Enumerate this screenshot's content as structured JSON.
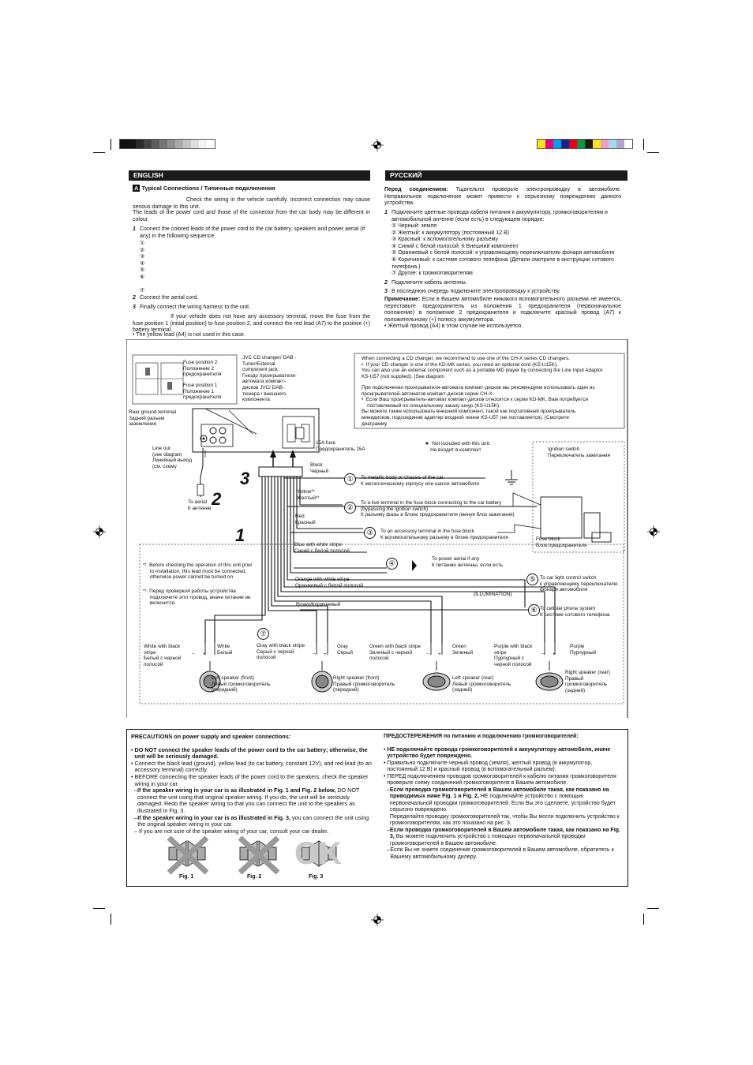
{
  "colorbar_left": [
    "#111111",
    "#111111",
    "#2a2a2a",
    "#444444",
    "#5c5c5c",
    "#767676",
    "#8f8f8f",
    "#a9a9a9",
    "#c3c3c3",
    "#dddddd",
    "#f4f4f4",
    "#ffffff"
  ],
  "colorbar_right": [
    "#f4e51a",
    "#e4007f",
    "#00a0e9",
    "#1d2088",
    "#e60012",
    "#009944",
    "#231815",
    "#f4e51a",
    "#f29ec2",
    "#9fd9f6",
    "#b5a4cf",
    "#ffffff"
  ],
  "english": {
    "header": "ENGLISH",
    "section_letter": "A",
    "section_title": "Typical Connections / Типичные подключения",
    "intro_1": "Check the wiring in the vehicle carefully. Incorrect connection may cause serious damage to this unit.",
    "intro_2": "The leads of the power cord and those of the connector from the car body may be different in colour.",
    "step1_num": "1",
    "step1": "Connect the colored leads of the power cord to the car battery, speakers and power aerial (if any) in the following sequence.",
    "seq": [
      "①",
      "②",
      "③",
      "④",
      "⑤",
      "⑥",
      "⑦"
    ],
    "step2_num": "2",
    "step2": "Connect the aerial cord.",
    "step3_num": "3",
    "step3": "Finally connect the wiring harness to the unit.",
    "note": "If your vehicle does not have any accessory terminal, move the fuse from the fuse position 1 (initial position) to fuse position 2, and connect the red lead (A7) to the positive (+) battery terminal.",
    "bullet": "• The yellow lead (A4) is not used in this case."
  },
  "russian": {
    "header": "РУССКИЙ",
    "intro_label": "Перед соединением:",
    "intro": "Тщательно проверьте электропроводку в автомобиле. Неправильное подключение может привести к серьезному повреждению данного устройства.",
    "step1_num": "1",
    "step1": "Подключите цветные провода кабеля питания к аккумулятору, громкоговорителям и автомобильной антенне (если есть) в следующем порядке:",
    "items": [
      "① Черный: земля",
      "② Желтый: к аккумулятору (постоянный 12 В)",
      "③ Красный: к вспомогательному разъему",
      "④ Синий с белой полосой: К Внешний компонент",
      "⑤ Оранжевый с белой полосой: к управляющему переключателю фонаря автомобиля",
      "⑥ Коричневый: к системе сотового телефона (Детали смотрите в инструкции сотового телефона.)",
      "⑦ Другие: к громкоговорителям"
    ],
    "step2_num": "2",
    "step2": "Подключите кабель антенны.",
    "step3_num": "3",
    "step3": "В последнюю очередь подключите электропроводку к устройству.",
    "note_label": "Примечание:",
    "note": "Если в Вашем автомобиле нижакого вспомогательного разъема не имеется, переставьте предохранитель из положения 1 предохранителя (первоначальное положение) в положение 2 предохранителя и подключите красный провод (A7) к положительному (+) полюсу аккумулятора.",
    "bullet": "• Желтый провод (A4) в этом случае не используется."
  },
  "diagram": {
    "fuse_pos2": "Fuse position 2\nПоложение 2\nпредохранителя",
    "fuse_pos1": "Fuse position 1\nПоложение 1\nпредохранителя",
    "jvc_cd": "JVC CD changer/ DAB -\nTuner/External\ncomponent jack\nГнездо проигрывателя-\nавтомата компакт-\nдисков JVC/ DAB-\nтюнера / внешнего\nкомпонента",
    "cd_note_en": "When connecting a CD changer, we recommend to use one of the CH-X series CD changers.\n•  If your CD changer is one of the KD-MK series, you need an optional cord (KS-U15K).\nYou can also use an external component such as a portable MD player by connecting the Line Input Adaptor\nKS-U57 (not supplied). (See diagram",
    "cd_note_ru": "При подключении проигрывателя-автомата компакт-дисков мы рекомендуем использовать один из\nпроигрывателей-автоматов компакт-дисков серии CH-X.\n•  Если Ваш проигрыватель-автомат компакт-дисков относится к серии KD-MK, Вам потребуется\n    поставляемый по специальному заказу шнур (KS-U15K).\nВы можете также использовать внешний компонент, такой как портативный проигрыватель\nминидисков, подсоединив адаптер входной линии KS-U57 (не поставляется). (Смотрите\nдиаграмму",
    "rear_ground": "Rear ground terminal\nЗадний разъем\nзаземления",
    "line_out": "Line out\n(see diagram\nЛинейный выход\n(см. схему",
    "to_aerial": "To aerial\nК антенне",
    "fuse15": "15A fuse\nПредохранитель 15A",
    "not_included": "★  Not included with this unit.\n    Не входит в комплект",
    "ignition": "Ignition switch\nПереключатель зажигания",
    "black": "Black\nЧерный",
    "to_chassis": "To metallic body or chassis of the car\nК металлическому корпусу или шасси автомобиля",
    "yellow": "Yellow*¹\nЖелтый*¹",
    "to_live": "To a live terminal in the fuse block connecting to the car battery\n(bypassing the ignition switch)\nК разъему фазы в блоке предохранителя (минуя блок зажигания)",
    "red": "Red\nКрасный",
    "to_acc": "To an accessory terminal in the fuse block\nК вспомогательному разъему в блоке предохранителя",
    "fuse_block": "Fuse block\nБлок предохранителя",
    "blue_white": "Blue with white stripe\nСиний с белой полосой",
    "to_power_aerial": "To power aerial if any\nК питанию антенны, если есть",
    "orange_white": "Orange with white stripe\nОранжевый с белой полосой",
    "illumination": "(ILLUMINATION)",
    "to_light": "To car light control switch\nк управляющему переключателю\nфонаря автомобиля",
    "brown": "Brown/Коричневый",
    "to_phone": "To cellular phone system\nК системе сотового телефона",
    "footnote_en": "*¹: Before checking the operation of this unit prior\n     to installation, this lead must be connected,\n     otherwise power cannot be turned on.",
    "footnote_ru": "*¹: Перед проверкой работы устройства\n     подключите этот провод, иначе питание не\n     включится.",
    "wires": [
      "White with black\nstripe\nБелый с черной\nполосой",
      "White\nБелый",
      "Gray with black stripe\nСерый с черной\nполосой",
      "Gray\nСерый",
      "Green with black stripe\nЗеленый с черной\nполосой",
      "Green\nЗеленый",
      "Purple with black\nstripe\nПурпурный с\nчерной полосой",
      "Purple\nПурпурный"
    ],
    "speakers": [
      "Left speaker (front)\nЛевый громкоговоритель\n(передний)",
      "Right speaker (front)\nПравый громкоговоритель\n(передний)",
      "Left speaker (rear)\nЛевый громкоговоритель\n(задний)",
      "Right speaker (rear)\nПравый\nгромкоговоритель\n(задний)"
    ],
    "nums": [
      "1",
      "2",
      "3"
    ],
    "circles": [
      "①",
      "②",
      "③",
      "④",
      "⑤",
      "⑥",
      "⑦"
    ],
    "minus": "−",
    "plus": "+"
  },
  "precautions_en": {
    "title": "PRECAUTIONS on power supply and speaker connections:",
    "b1": "DO NOT connect the speaker leads of the power cord to the car battery; otherwise, the unit will be seriously damaged.",
    "b2": "Connect the black lead (ground), yellow lead (to car battery, constant 12V), and red lead (to an accessory terminal) correctly.",
    "b3": "BEFORE connecting the speaker leads of the power cord to the speakers, check the speaker wiring in your car.",
    "d1a": "If the speaker wiring in your car is as illustrated in Fig. 1 and Fig. 2 below,",
    "d1b": "DO NOT connect the unit using that original speaker wiring. If you do, the unit will be seriously damaged. Redo the speaker wiring so that you can connect the unit to the speakers as illustrated in Fig. 3.",
    "d2a": "If the speaker wiring in your car is as illustrated in Fig. 3,",
    "d2b": "you can connect the unit using the original speaker wiring in your car.",
    "d3": "If you are not sure of the speaker wiring of your car, consult your car dealer.",
    "figs": [
      "Fig. 1",
      "Fig. 2",
      "Fig. 3"
    ],
    "ok": "OK"
  },
  "precautions_ru": {
    "title": "ПРЕДОСТЕРЕЖЕНИЯ по питанию и подключению громкоговорителей:",
    "b1": "НЕ подключайте провода громкоговорителей к аккумулятору автомобиля, иначе устройство будет повреждено.",
    "b2": "Правильно подключите черный провод (земля), желтый провод (в аккумулятор, постоянный 12 В) и красный провод (в вспомогательный разъем).",
    "b3": "ПЕРЕД подключением проводов громкоговорителей к кабелю питания громкоговорителя проверьте схему соединений громкоговорителя в Вашем автомобиле.",
    "d1a": "Если проводка громкоговорителей в Вашем автомобиле такая, как показано на приводимых ниже Fig. 1 и Fig. 2,",
    "d1b": "НЕ подключайте устройство с помощью первоначальной проводки громкоговорителей. Если Вы это сделаете, устройство будет серьезно повреждено.",
    "d1c": "Переделайте проводку громкоговорителей так, чтобы Вы могли подключить устройство к громкоговорителям, как это показано на рис. 3.",
    "d2a": "Если проводка громкоговорителей в Вашем автомобиле такая, как показано на Fig. 3,",
    "d2b": "Вы можете подключить устройство с помощью первоначальной проводки громкоговорителей в Вашем автомобиле.",
    "d3": "Если Вы не знаете соединение громкоговорителей в Вашем автомобиле, обратитесь к Вашему автомобильному дилеру."
  }
}
